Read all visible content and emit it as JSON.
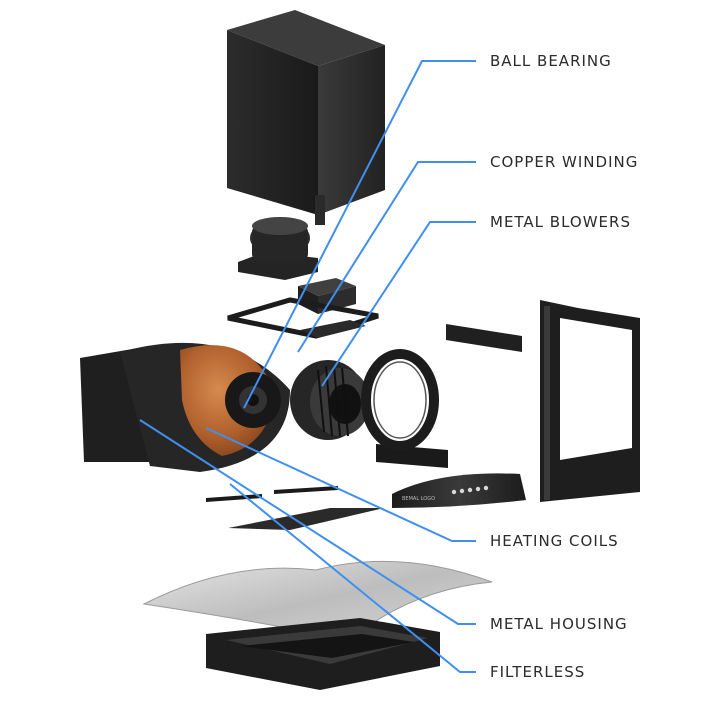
{
  "callouts": [
    {
      "id": "ball-bearing",
      "label": "BALL BEARING"
    },
    {
      "id": "copper-winding",
      "label": "COPPER WINDING"
    },
    {
      "id": "metal-blowers",
      "label": "METAL BLOWERS"
    },
    {
      "id": "heating-coils",
      "label": "HEATING COILS"
    },
    {
      "id": "metal-housing",
      "label": "METAL HOUSING"
    },
    {
      "id": "filterless",
      "label": "FILTERLESS"
    }
  ],
  "panel_brand": "BEMAL LOGO",
  "colors": {
    "leader": "#3f8fef",
    "label_text": "#2b2b2b",
    "metal_dark": "#1e1e1e",
    "copper": "#b8662f",
    "glass": "#c8c8c8"
  }
}
